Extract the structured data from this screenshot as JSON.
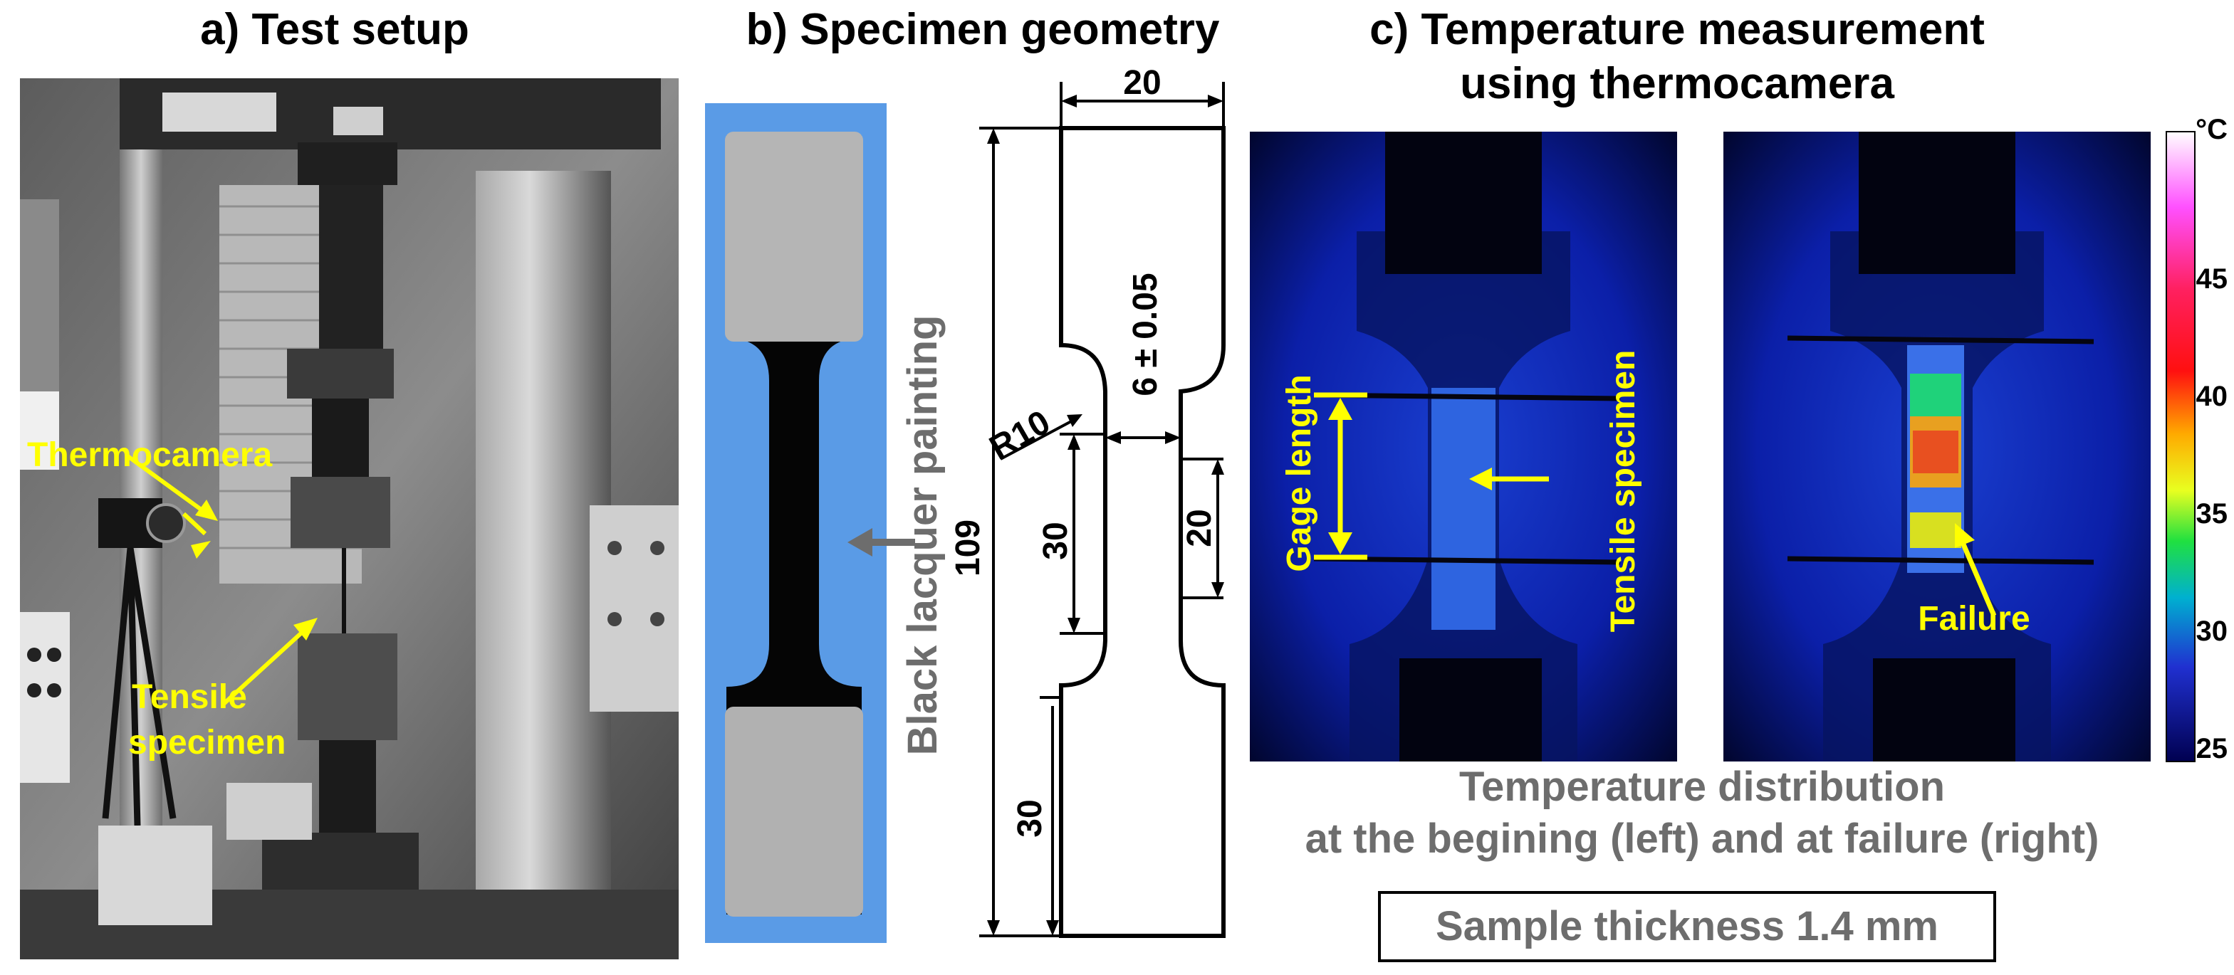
{
  "panels": {
    "a": {
      "title": "a) Test setup",
      "thermocamera_label": "Thermocamera",
      "specimen_label_1": "Tensile",
      "specimen_label_2": "specimen"
    },
    "b": {
      "title": "b) Specimen geometry",
      "lacquer_label": "Black lacquer painting",
      "dims": {
        "width": "20",
        "radius": "R10",
        "gauge_width": "6 ± 0.05",
        "total_length": "109",
        "parallel": "30",
        "gauge": "20",
        "grip": "30"
      }
    },
    "c": {
      "title_line1": "c) Temperature measurement",
      "title_line2": "using thermocamera",
      "gage_label": "Gage length",
      "specimen_label": "Tensile specimen",
      "failure_label": "Failure",
      "caption_line1": "Temperature distribution",
      "caption_line2": "at the begining (left) and at failure (right)",
      "thickness": "Sample thickness 1.4 mm"
    }
  },
  "colorbar": {
    "unit": "°C",
    "ticks": [
      "45",
      "40",
      "35",
      "30",
      "25"
    ]
  },
  "colors": {
    "annotation": "#ffff00",
    "dimension_text": "#000000",
    "gray_text": "#6d6d6d",
    "lacquer_bg": "#5a9be6"
  }
}
